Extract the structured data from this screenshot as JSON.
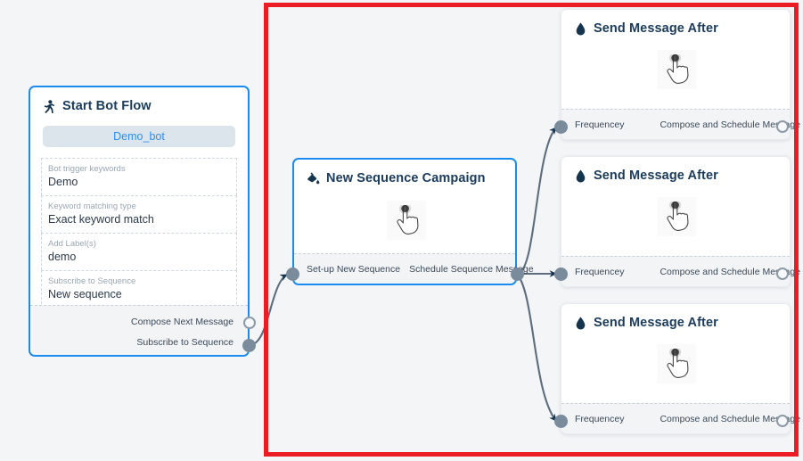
{
  "canvas": {
    "background_color": "#f4f5f7",
    "highlight_color": "#ec1c24",
    "accent_blue": "#1a8cf0",
    "port_color": "#7a8b9c",
    "edge_color": "#5d6d7e"
  },
  "nodes": [
    {
      "id": "start-bot-flow",
      "title": "Start Bot Flow",
      "icon": "running-person-icon",
      "bot_pill": "Demo_bot",
      "fields": [
        {
          "label": "Bot trigger keywords",
          "value": "Demo"
        },
        {
          "label": "Keyword matching type",
          "value": "Exact keyword match"
        },
        {
          "label": "Add Label(s)",
          "value": "demo"
        },
        {
          "label": "Subscribe to Sequence",
          "value": "New sequence"
        }
      ],
      "out_ports": [
        {
          "label": "Compose Next Message",
          "style": "open"
        },
        {
          "label": "Subscribe to Sequence",
          "style": "filled"
        }
      ]
    },
    {
      "id": "new-sequence-campaign",
      "title": "New Sequence Campaign",
      "icon": "paint-pour-icon",
      "body_icon": "pointing-hand-cursor-icon",
      "in_port_label": "Set-up New Sequence",
      "out_port_label": "Schedule Sequence Message"
    },
    {
      "id": "send-message-after-1",
      "title": "Send Message After",
      "icon": "droplet-icon",
      "body_icon": "pointing-hand-cursor-icon",
      "in_port_label": "Frequencey",
      "out_port_label": "Compose and Schedule Message"
    },
    {
      "id": "send-message-after-2",
      "title": "Send Message After",
      "icon": "droplet-icon",
      "body_icon": "pointing-hand-cursor-icon",
      "in_port_label": "Frequencey",
      "out_port_label": "Compose and Schedule Message"
    },
    {
      "id": "send-message-after-3",
      "title": "Send Message After",
      "icon": "droplet-icon",
      "body_icon": "pointing-hand-cursor-icon",
      "in_port_label": "Frequencey",
      "out_port_label": "Compose and Schedule Message"
    }
  ]
}
